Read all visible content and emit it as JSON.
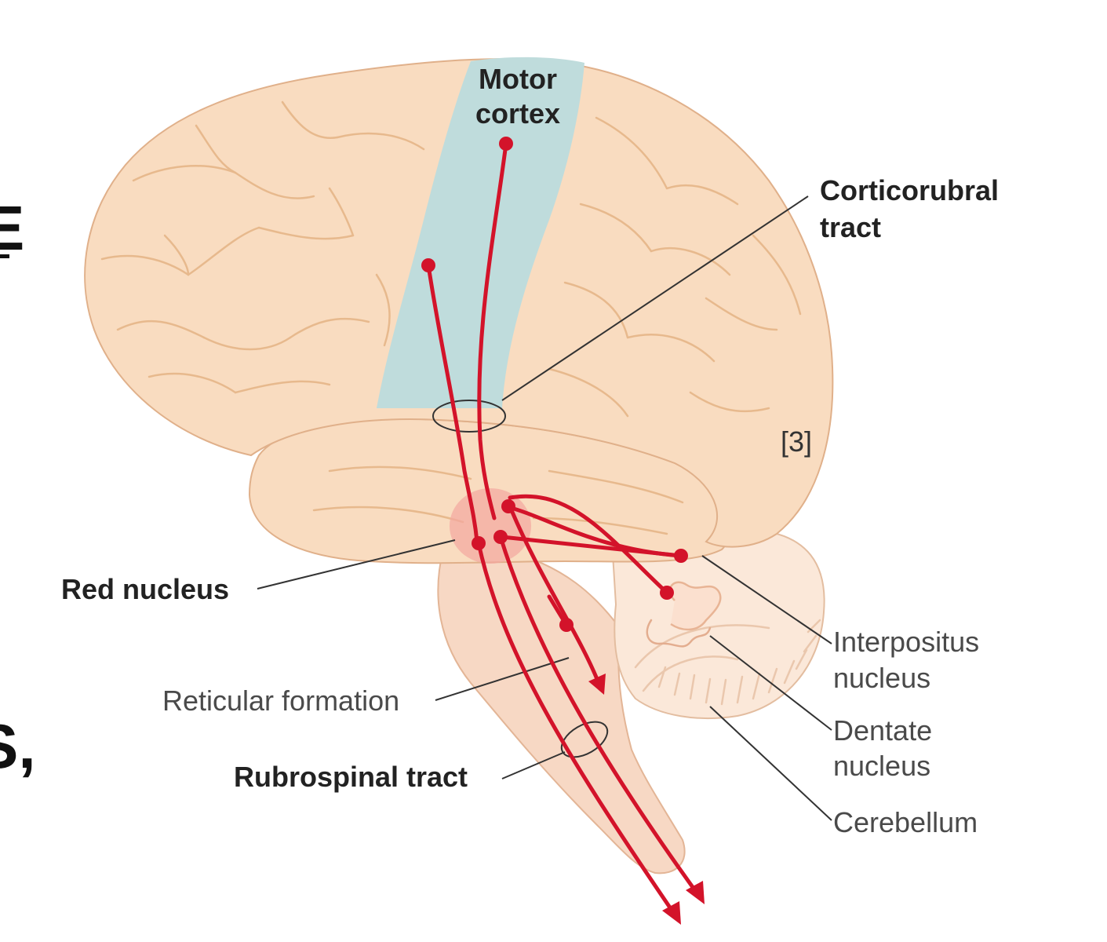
{
  "colors": {
    "tract": "#d3132a",
    "cortex_fill": "#f9dcc0",
    "motor_strip": "#bfdcdc",
    "brainstem": "#f7d8c4",
    "cerebellum": "#fbe8d9",
    "red_nucleus_glow": "#f3a7a0"
  },
  "page_fragments": {
    "left_top": "E",
    "left_bottom": "S,"
  },
  "labels": {
    "motor_cortex_line1": "Motor",
    "motor_cortex_line2": "cortex",
    "corticorubral_line1": "Corticorubral",
    "corticorubral_line2": "tract",
    "reference": "[3]",
    "red_nucleus": "Red nucleus",
    "reticular_formation": "Reticular formation",
    "rubrospinal_tract": "Rubrospinal tract",
    "interpositus_line1": "Interpositus",
    "interpositus_line2": "nucleus",
    "dentate_line1": "Dentate",
    "dentate_line2": "nucleus",
    "cerebellum": "Cerebellum"
  }
}
